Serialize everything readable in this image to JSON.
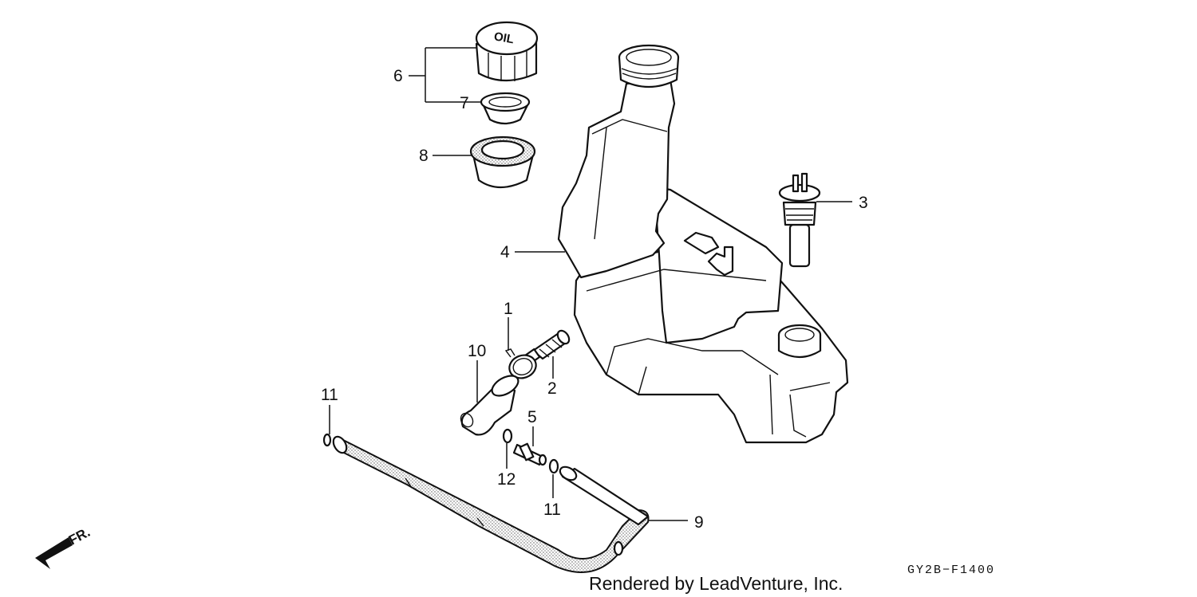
{
  "diagram": {
    "callouts": {
      "p1": "1",
      "p2": "2",
      "p3": "3",
      "p4": "4",
      "p5": "5",
      "p6": "6",
      "p7": "7",
      "p8": "8",
      "p9": "9",
      "p10": "10",
      "p11a": "11",
      "p11b": "11",
      "p12": "12"
    },
    "cap_text": "OIL",
    "direction_label": "FR.",
    "figure_code": "GY2B−F1400",
    "credit": "Rendered by LeadVenture, Inc."
  }
}
